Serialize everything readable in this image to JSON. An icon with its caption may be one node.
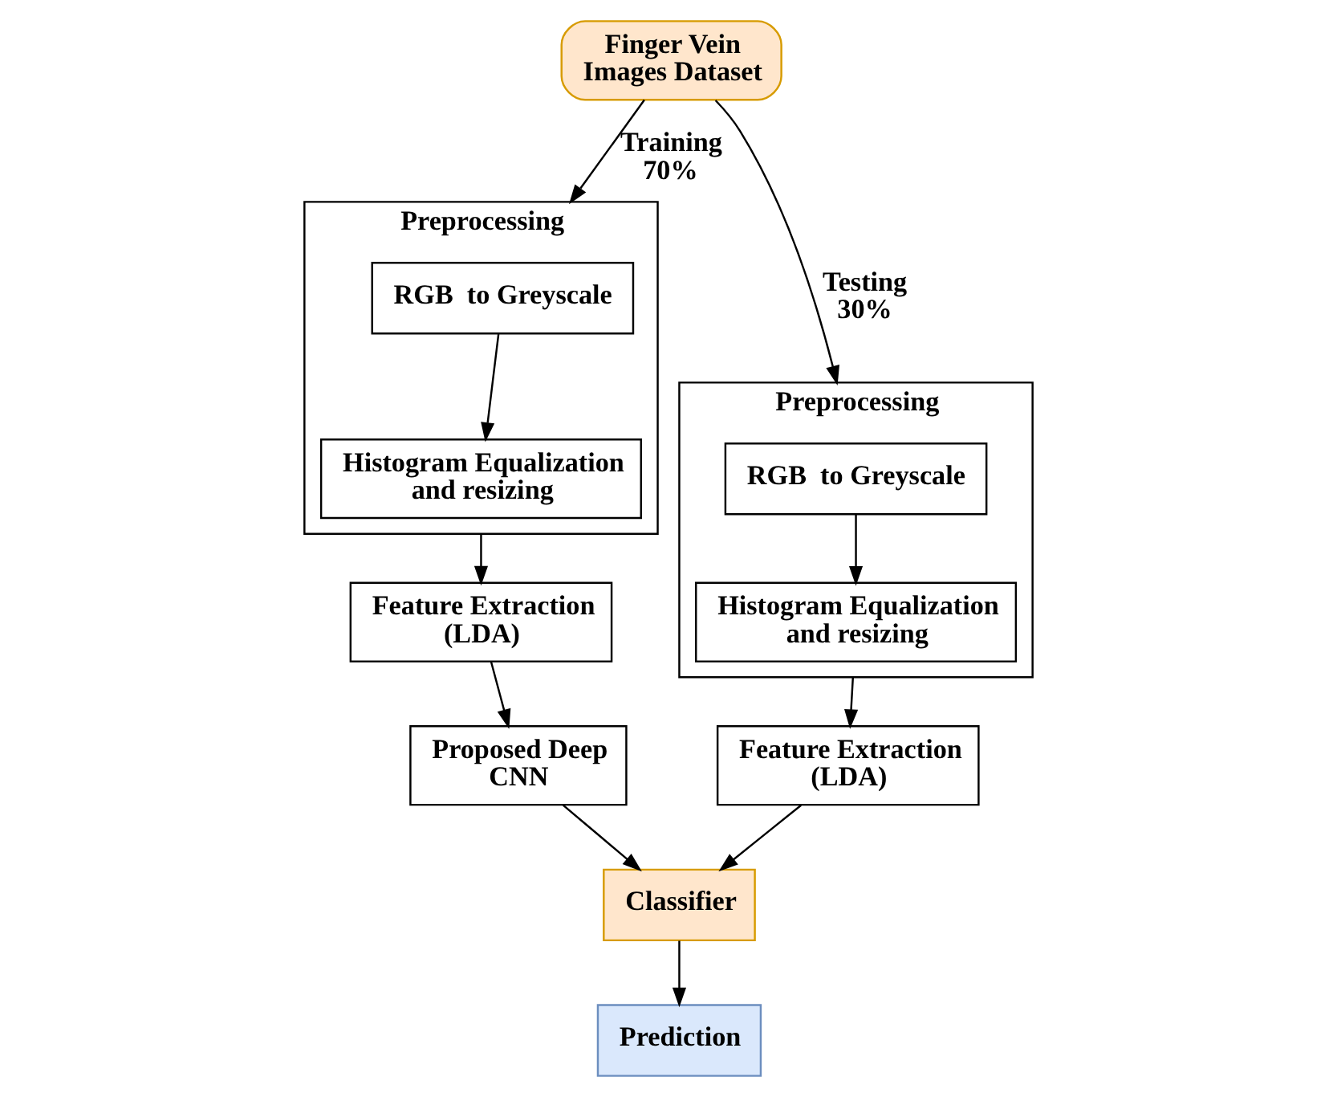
{
  "diagram": {
    "nodes": [
      {
        "text": [
          "Finger Vein Images Dataset"
        ]
      },
      {
        "text": [
          "Preprocessing"
        ]
      },
      {
        "text": [
          "RGB  to Greyscale"
        ],
        "in": 1
      },
      {
        "text": [
          "Histogram Equalization and resizing"
        ],
        "in": 1
      },
      {
        "text": [
          "Feature Extraction (LDA)"
        ]
      },
      {
        "text": [
          "Proposed Deep CNN"
        ]
      },
      {
        "text": [
          "Preprocessing"
        ]
      },
      {
        "text": [
          "RGB  to Greyscale"
        ],
        "in": 6
      },
      {
        "text": [
          "Histogram Equalization and resizing"
        ],
        "in": 6
      },
      {
        "text": [
          "Feature Extraction (LDA)"
        ]
      },
      {
        "text": [
          "Classifier"
        ]
      },
      {
        "text": [
          "Prediction"
        ]
      }
    ],
    "edges": [
      {
        "from": 0,
        "to": 1,
        "arrow": "to",
        "label": "Training 70%"
      },
      {
        "from": 2,
        "to": 3,
        "arrow": "to"
      },
      {
        "from": 1,
        "to": 4,
        "arrow": "to"
      },
      {
        "from": 4,
        "to": 5,
        "arrow": "to"
      },
      {
        "from": 5,
        "to": 10,
        "arrow": "to"
      },
      {
        "from": 0,
        "to": 6,
        "arrow": "to",
        "label": "Testing 30%"
      },
      {
        "from": 7,
        "to": 8,
        "arrow": "to"
      },
      {
        "from": 6,
        "to": 9,
        "arrow": "to"
      },
      {
        "from": 9,
        "to": 10,
        "arrow": "to"
      },
      {
        "from": 10,
        "to": 11,
        "arrow": "to"
      }
    ]
  }
}
